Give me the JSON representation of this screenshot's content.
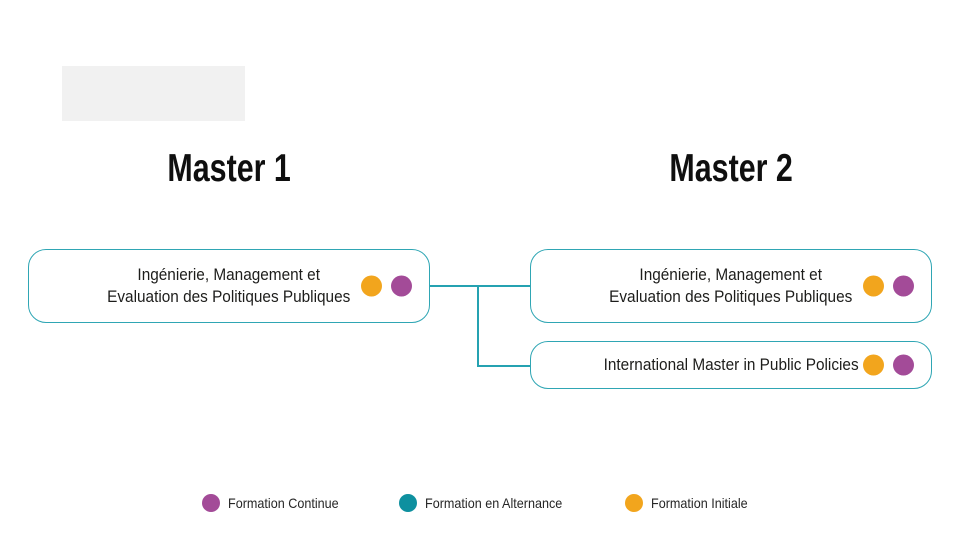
{
  "headers": {
    "master1": "Master 1",
    "master2": "Master 2"
  },
  "boxes": {
    "m1_impp": {
      "line1": "Ingénierie, Management et",
      "line2": "Evaluation des Politiques Publiques",
      "dots": [
        "Formation Initiale",
        "Formation Continue"
      ]
    },
    "m2_impp": {
      "line1": "Ingénierie, Management et",
      "line2": "Evaluation des Politiques Publiques",
      "dots": [
        "Formation Initiale",
        "Formation Continue"
      ]
    },
    "m2_imppp": {
      "line1": "International Master in Public Policies",
      "dots": [
        "Formation Initiale",
        "Formation Continue"
      ]
    }
  },
  "legend": {
    "continue": {
      "label": "Formation Continue",
      "color": "#a34b98"
    },
    "alternance": {
      "label": "Formation en Alternance",
      "color": "#0e909f"
    },
    "initiale": {
      "label": "Formation Initiale",
      "color": "#f2a51d"
    }
  },
  "colors": {
    "connector": "#25a2b1",
    "box_border": "#2fa6b4",
    "dot_orange": "#f2a51d",
    "dot_purple": "#a34b98",
    "text": "#1d1d1b"
  }
}
